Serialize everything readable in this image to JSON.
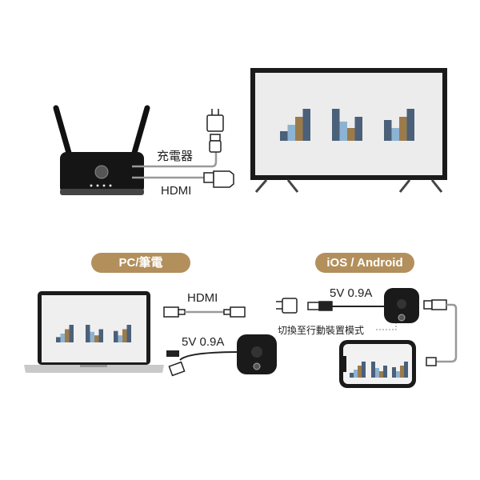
{
  "labels": {
    "charger": "充電器",
    "hdmi_top": "HDMI",
    "pc_pill": "PC/筆電",
    "ios_pill": "iOS / Android",
    "hdmi_pc": "HDMI",
    "power_pc": "5V 0.9A",
    "power_mobile": "5V 0.9A",
    "switch_mode": "切換至行動裝置模式"
  },
  "colors": {
    "accent": "#b38f5c",
    "bar_dark": "#4b6079",
    "bar_light": "#8db3d3",
    "bar_brown": "#9c7b4b"
  }
}
